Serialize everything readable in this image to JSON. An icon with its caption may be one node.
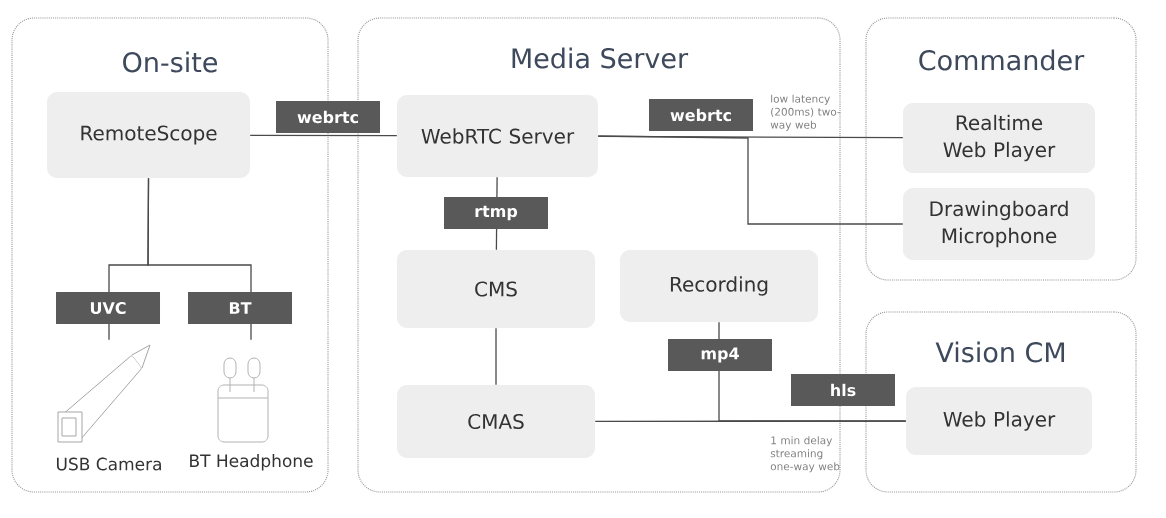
{
  "diagram": {
    "nodes": [
      {
        "text": [
          "On-site"
        ]
      },
      {
        "text": [
          "RemoteScope"
        ],
        "in": 0
      },
      {
        "text": [
          "USB Camera"
        ],
        "in": 0
      },
      {
        "text": [
          "BT Headphone"
        ],
        "in": 0
      },
      {
        "text": [
          "Media Server"
        ]
      },
      {
        "text": [
          "WebRTC Server"
        ],
        "in": 4
      },
      {
        "text": [
          "CMS"
        ],
        "in": 4
      },
      {
        "text": [
          "Recording"
        ],
        "in": 4
      },
      {
        "text": [
          "CMAS"
        ],
        "in": 4
      },
      {
        "text": [
          "Commander"
        ]
      },
      {
        "text": [
          "Realtime Web Player"
        ],
        "in": 9
      },
      {
        "text": [
          "Drawingboard Microphone"
        ],
        "in": 9
      },
      {
        "text": [
          "Vision CM"
        ]
      },
      {
        "text": [
          "Web Player"
        ],
        "in": 12
      }
    ],
    "edges": [
      {
        "from": 1,
        "to": 5,
        "arrow": "none",
        "label": "webrtc"
      },
      {
        "from": 5,
        "to": 10,
        "arrow": "none",
        "label": "webrtc"
      },
      {
        "from": 5,
        "to": 11,
        "arrow": "none"
      },
      {
        "from": 1,
        "to": 2,
        "arrow": "none",
        "label": "UVC"
      },
      {
        "from": 1,
        "to": 3,
        "arrow": "none",
        "label": "BT"
      },
      {
        "from": 5,
        "to": 6,
        "arrow": "none",
        "label": "rtmp"
      },
      {
        "from": 6,
        "to": 8,
        "arrow": "none"
      },
      {
        "from": 8,
        "to": 13,
        "arrow": "none",
        "label": "hls"
      },
      {
        "from": 7,
        "to": 13,
        "arrow": "none",
        "label": "mp4"
      }
    ],
    "labels": [
      "low latency (200ms) two-way web",
      "1 min delay streaming one-way web"
    ]
  }
}
